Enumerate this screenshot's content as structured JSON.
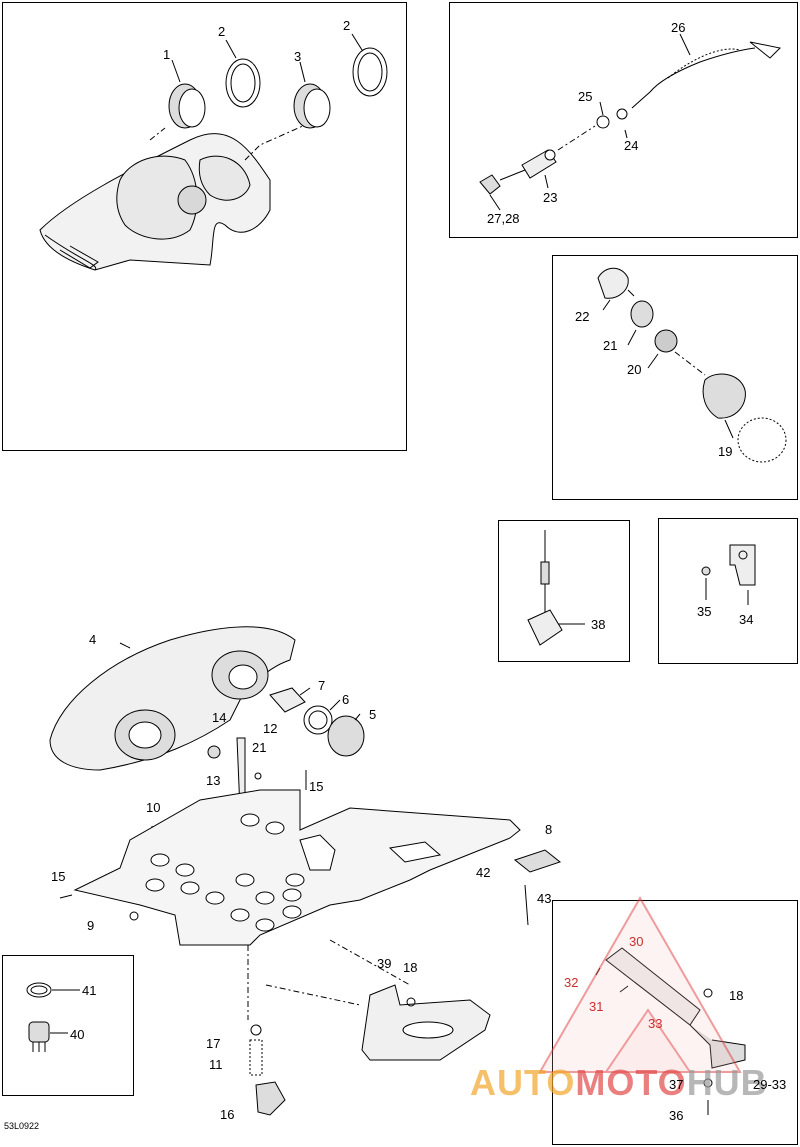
{
  "diagram_code": "53L0922",
  "watermark": {
    "part1": "AUTO",
    "part2": "MOTO",
    "part3": "HUB"
  },
  "colors": {
    "line": "#000000",
    "watermark_orange": "#f2a62a",
    "watermark_red": "#e24a4a",
    "watermark_gray": "#9a9a9a"
  },
  "callouts": {
    "c1": "1",
    "c2a": "2",
    "c2b": "2",
    "c3": "3",
    "c26": "26",
    "c25": "25",
    "c24": "24",
    "c23": "23",
    "c27_28": "27,28",
    "c22": "22",
    "c21a": "21",
    "c20": "20",
    "c19": "19",
    "c38": "38",
    "c35": "35",
    "c34": "34",
    "c4": "4",
    "c7": "7",
    "c6": "6",
    "c5": "5",
    "c14": "14",
    "c12": "12",
    "c21b": "21",
    "c13": "13",
    "c15a": "15",
    "c10": "10",
    "c8": "8",
    "c15b": "15",
    "c9": "9",
    "c42": "42",
    "c43": "43",
    "c39": "39",
    "c18a": "18",
    "c41": "41",
    "c40": "40",
    "c17": "17",
    "c11": "11",
    "c16": "16",
    "c30": "30",
    "c32": "32",
    "c18b": "18",
    "c31": "31",
    "c33": "33",
    "c37": "37",
    "c29_33": "29-33",
    "c36": "36"
  }
}
